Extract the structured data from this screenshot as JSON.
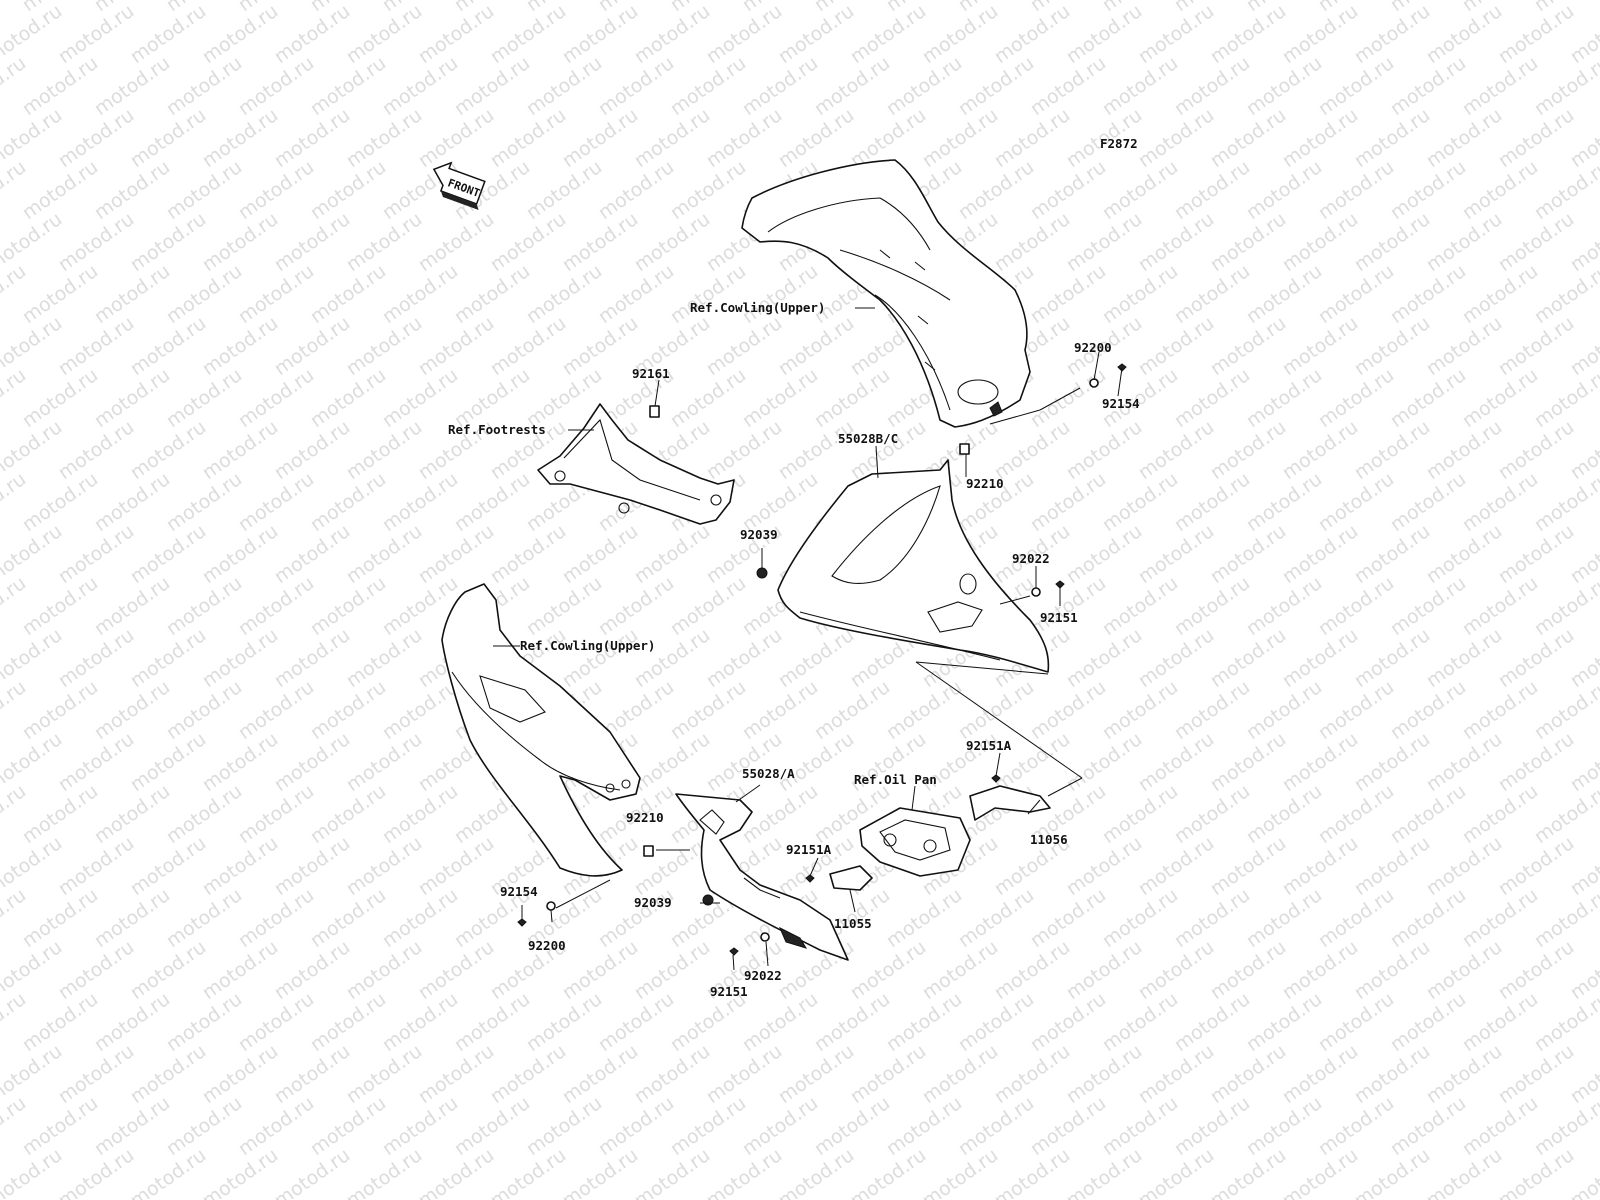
{
  "watermark": "motod.ru",
  "figure_code": "F2872",
  "front_arrow_label": "FRONT",
  "labels": {
    "ref_cowling_upper": "Ref.Cowling(Upper)",
    "ref_footrests": "Ref.Footrests",
    "ref_oil_pan": "Ref.Oil Pan",
    "p92161": "92161",
    "p92200": "92200",
    "p92154": "92154",
    "p55028bc": "55028B/C",
    "p92210": "92210",
    "p92039": "92039",
    "p92022": "92022",
    "p92151": "92151",
    "p92151a": "92151A",
    "p55028a": "55028/A",
    "p11056": "11056",
    "p11055": "11055"
  }
}
